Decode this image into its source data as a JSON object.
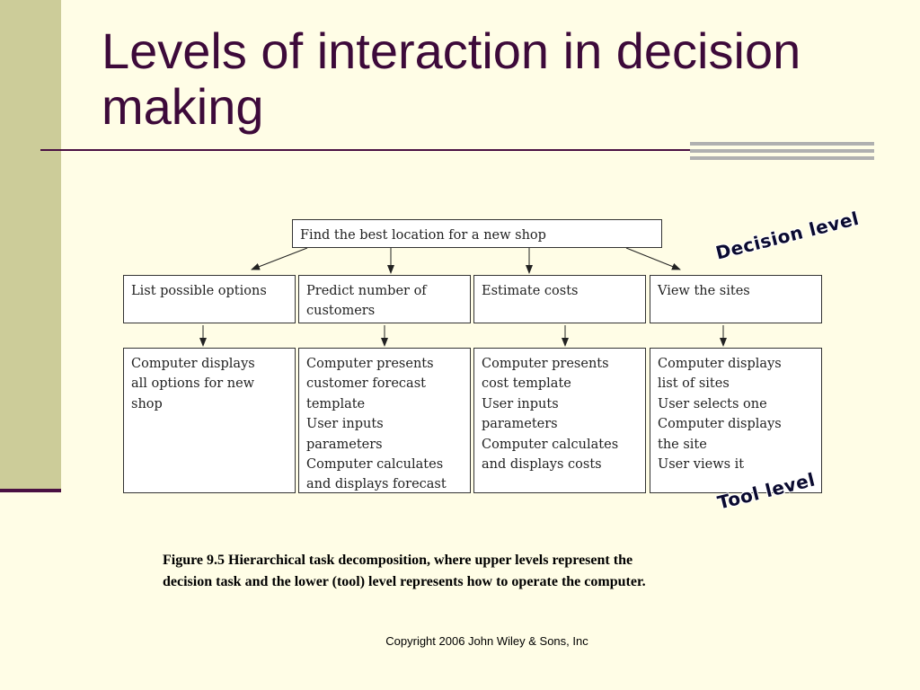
{
  "slide": {
    "title": "Levels of interaction in decision making"
  },
  "diagram": {
    "root": "Find the best location for a new shop",
    "decision_tasks": [
      {
        "lines": [
          "List possible options"
        ]
      },
      {
        "lines": [
          "Predict number of",
          "customers"
        ]
      },
      {
        "lines": [
          "Estimate costs"
        ]
      },
      {
        "lines": [
          "View the sites"
        ]
      }
    ],
    "tool_tasks": [
      {
        "lines": [
          "Computer displays",
          "all options for new",
          "shop"
        ]
      },
      {
        "lines": [
          "Computer presents",
          "customer forecast",
          "template",
          "User inputs",
          "parameters",
          "Computer calculates",
          "and displays forecast"
        ]
      },
      {
        "lines": [
          "Computer presents",
          "cost template",
          "User inputs",
          "parameters",
          "Computer calculates",
          "and displays costs"
        ]
      },
      {
        "lines": [
          "Computer displays",
          "list of sites",
          "User selects one",
          "Computer displays",
          "the site",
          "User views it"
        ]
      }
    ],
    "decision_level_label": "Decision level",
    "tool_level_label": "Tool level"
  },
  "caption": {
    "lines": [
      "Figure 9.5 Hierarchical task decomposition, where upper levels represent the",
      "decision task and the lower (tool) level represents how to operate the computer."
    ]
  },
  "footer": {
    "copyright": "Copyright 2006 John Wiley & Sons, Inc"
  }
}
